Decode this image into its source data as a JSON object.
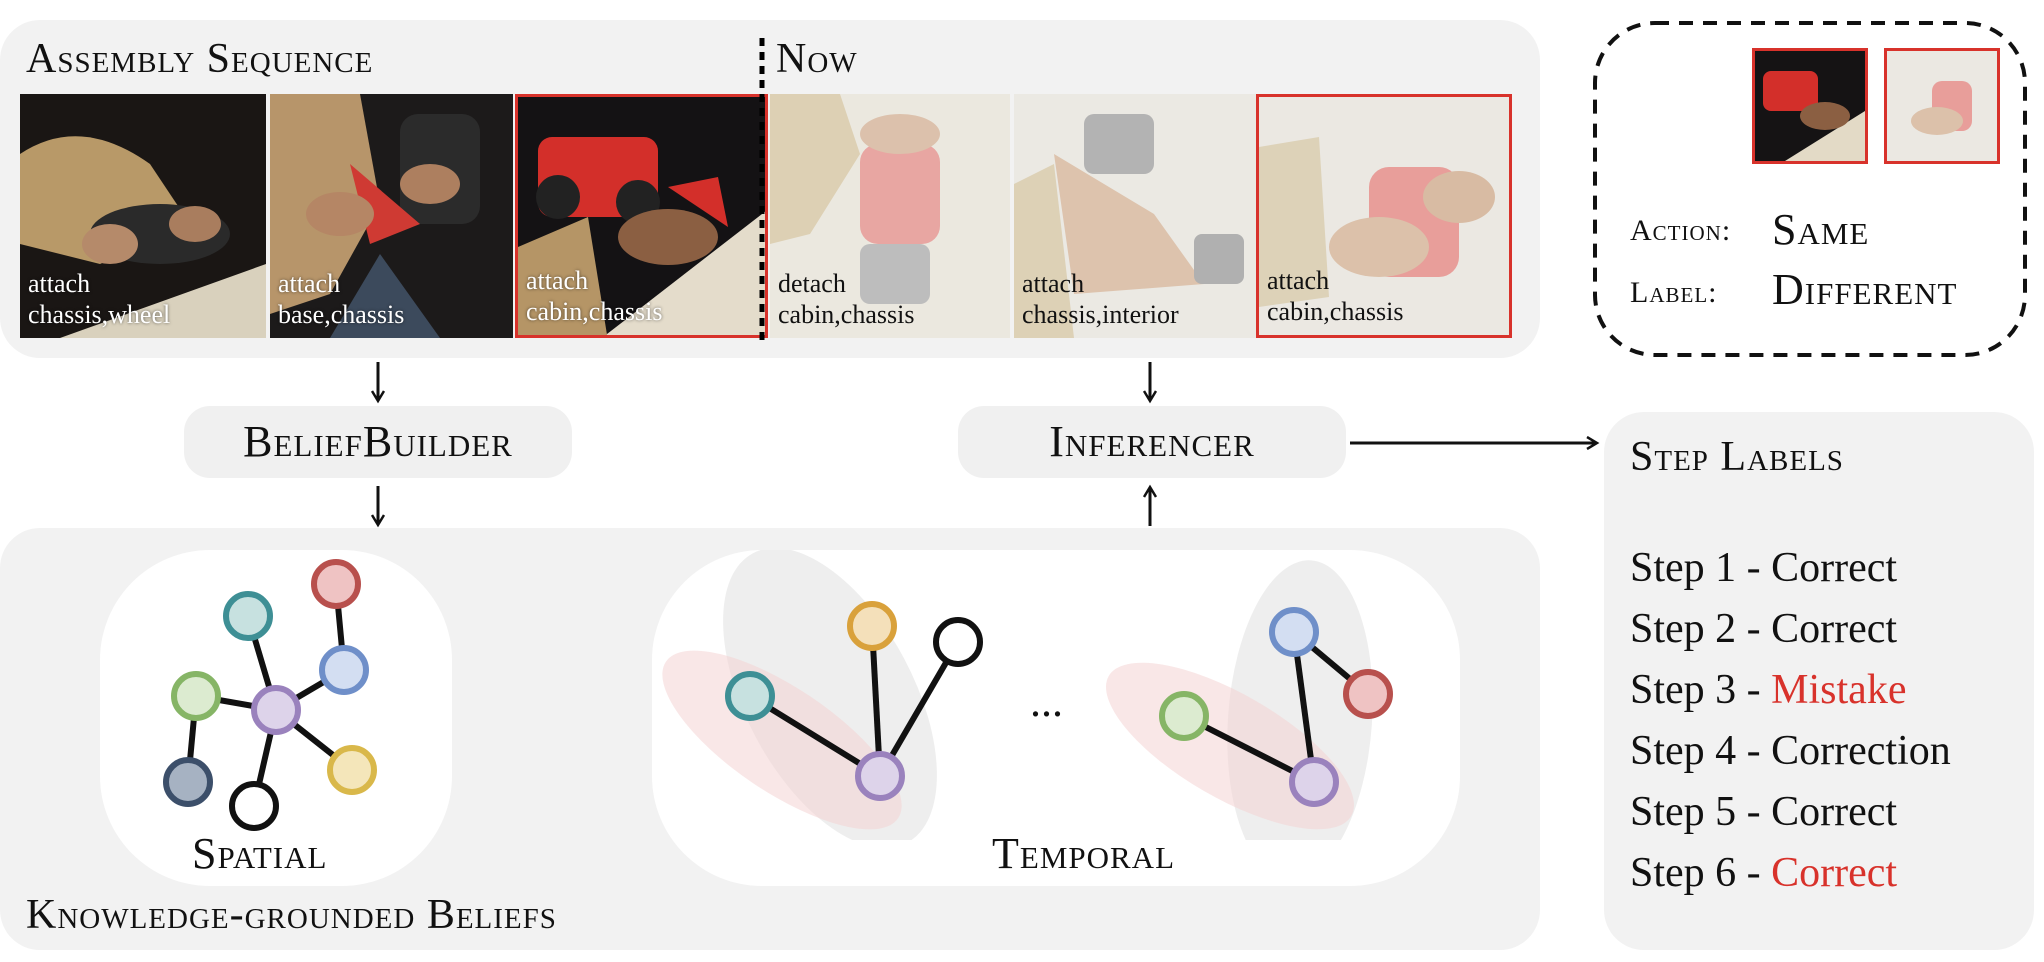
{
  "assembly": {
    "title": "Assembly Sequence",
    "now_label": "Now",
    "frames": [
      {
        "line1": "attach",
        "line2": "chassis,wheel",
        "highlight": false,
        "future": false
      },
      {
        "line1": "attach",
        "line2": "base,chassis",
        "highlight": false,
        "future": false
      },
      {
        "line1": "attach",
        "line2": "cabin,chassis",
        "highlight": true,
        "future": false
      },
      {
        "line1": "detach",
        "line2": "cabin,chassis",
        "highlight": false,
        "future": true
      },
      {
        "line1": "attach",
        "line2": "chassis,interior",
        "highlight": false,
        "future": true
      },
      {
        "line1": "attach",
        "line2": "cabin,chassis",
        "highlight": true,
        "future": true
      }
    ]
  },
  "modules": {
    "belief_builder": "BeliefBuilder",
    "inferencer": "Inferencer"
  },
  "beliefs": {
    "title": "Knowledge-grounded Beliefs",
    "spatial_label": "Spatial",
    "temporal_label": "Temporal",
    "ellipsis": "..."
  },
  "legend": {
    "action_key": "Action:",
    "action_value": "Same",
    "label_key": "Label:",
    "label_value": "Different"
  },
  "step_labels": {
    "title": "Step Labels",
    "steps": [
      {
        "name": "Step 1 - ",
        "value": "Correct",
        "red": false
      },
      {
        "name": "Step 2 - ",
        "value": "Correct",
        "red": false
      },
      {
        "name": "Step 3 - ",
        "value": "Mistake",
        "red": true
      },
      {
        "name": "Step 4 - ",
        "value": "Correction",
        "red": false
      },
      {
        "name": "Step 5 - ",
        "value": "Correct",
        "red": false
      },
      {
        "name": "Step 6 - ",
        "value": "Correct",
        "red": true
      }
    ]
  },
  "colors": {
    "highlight": "#d8322b",
    "panel": "#f2f2f2",
    "node_teal": "#3e8f95",
    "node_red": "#b8504d",
    "node_blue": "#6f8fc9",
    "node_green": "#86b566",
    "node_purple": "#9a82bd",
    "node_navy": "#3c4f6a",
    "node_yellow": "#d9b84a",
    "node_orange": "#d9a13b"
  }
}
